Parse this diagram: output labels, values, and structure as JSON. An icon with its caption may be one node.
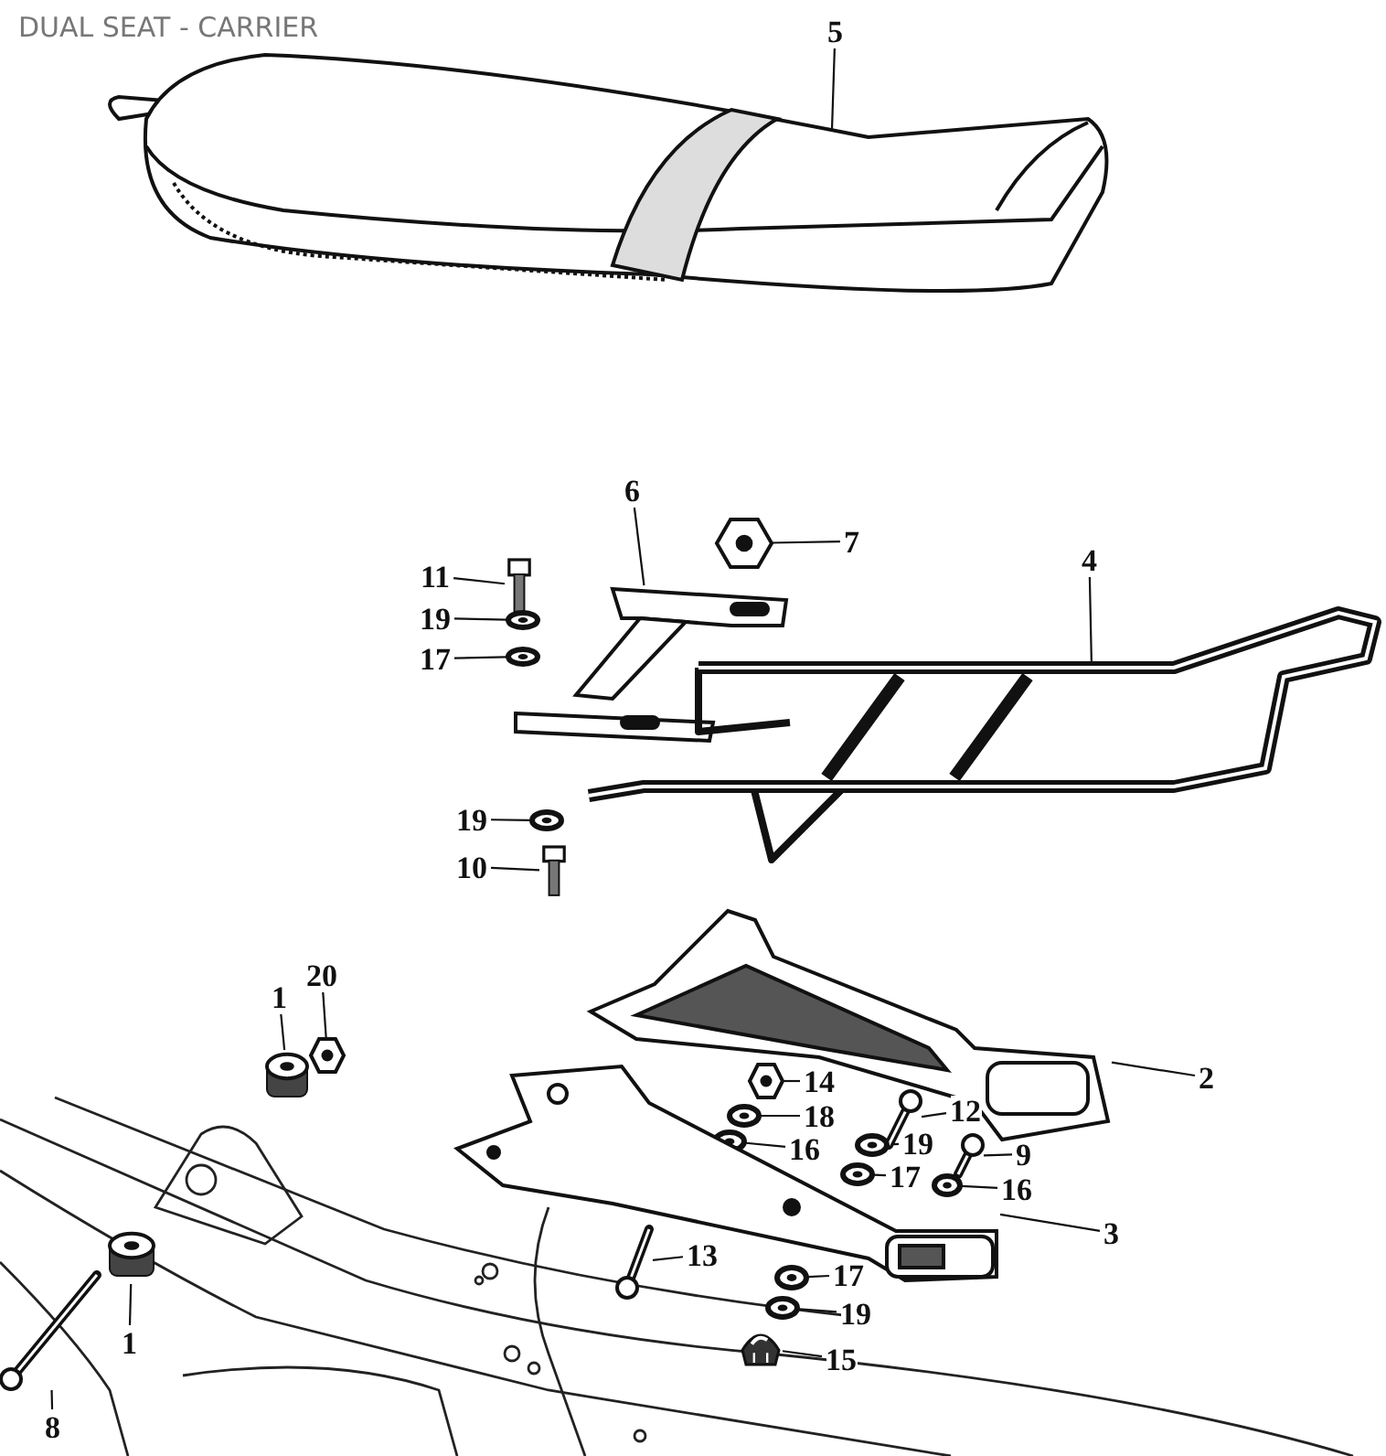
{
  "diagram": {
    "title": "DUAL SEAT - CARRIER",
    "nodes": [
      {
        "text": [
          "5"
        ]
      },
      {
        "text": [],
        "shape": "picture"
      },
      {
        "text": [
          "6"
        ]
      },
      {
        "text": [],
        "shape": "picture"
      },
      {
        "text": [
          "7"
        ]
      },
      {
        "text": [],
        "shape": "picture"
      },
      {
        "text": [
          "4"
        ]
      },
      {
        "text": [],
        "shape": "picture"
      },
      {
        "text": [
          "11"
        ]
      },
      {
        "text": [],
        "shape": "picture"
      },
      {
        "text": [
          "19"
        ]
      },
      {
        "text": [],
        "shape": "picture"
      },
      {
        "text": [
          "17"
        ]
      },
      {
        "text": [],
        "shape": "picture"
      },
      {
        "text": [
          "19"
        ]
      },
      {
        "text": [],
        "shape": "picture"
      },
      {
        "text": [
          "10"
        ]
      },
      {
        "text": [],
        "shape": "picture"
      },
      {
        "text": [
          "1"
        ]
      },
      {
        "text": [],
        "shape": "picture"
      },
      {
        "text": [
          "20"
        ]
      },
      {
        "text": [],
        "shape": "picture"
      },
      {
        "text": [
          "2"
        ]
      },
      {
        "text": [],
        "shape": "picture"
      },
      {
        "text": [
          "14"
        ]
      },
      {
        "text": [],
        "shape": "picture"
      },
      {
        "text": [
          "18"
        ]
      },
      {
        "text": [],
        "shape": "picture"
      },
      {
        "text": [
          "16"
        ]
      },
      {
        "text": [],
        "shape": "picture"
      },
      {
        "text": [
          "12"
        ]
      },
      {
        "text": [],
        "shape": "picture"
      },
      {
        "text": [
          "19"
        ]
      },
      {
        "text": [],
        "shape": "picture"
      },
      {
        "text": [
          "17"
        ]
      },
      {
        "text": [],
        "shape": "picture"
      },
      {
        "text": [
          "9"
        ]
      },
      {
        "text": [],
        "shape": "picture"
      },
      {
        "text": [
          "16"
        ]
      },
      {
        "text": [],
        "shape": "picture"
      },
      {
        "text": [
          "3"
        ]
      },
      {
        "text": [],
        "shape": "picture"
      },
      {
        "text": [
          "13"
        ]
      },
      {
        "text": [],
        "shape": "picture"
      },
      {
        "text": [
          "17"
        ]
      },
      {
        "text": [],
        "shape": "picture"
      },
      {
        "text": [
          "19"
        ]
      },
      {
        "text": [],
        "shape": "picture"
      },
      {
        "text": [
          "15"
        ]
      },
      {
        "text": [],
        "shape": "picture"
      },
      {
        "text": [
          "1"
        ]
      },
      {
        "text": [],
        "shape": "picture"
      },
      {
        "text": [
          "8"
        ]
      },
      {
        "text": [],
        "shape": "picture"
      }
    ],
    "edges": [
      {
        "from": 0,
        "to": 1,
        "arrow": "none"
      },
      {
        "from": 2,
        "to": 3,
        "arrow": "none"
      },
      {
        "from": 4,
        "to": 5,
        "arrow": "none"
      },
      {
        "from": 6,
        "to": 7,
        "arrow": "none"
      },
      {
        "from": 8,
        "to": 9,
        "arrow": "none"
      },
      {
        "from": 10,
        "to": 11,
        "arrow": "none"
      },
      {
        "from": 12,
        "to": 13,
        "arrow": "none"
      },
      {
        "from": 14,
        "to": 15,
        "arrow": "none"
      },
      {
        "from": 16,
        "to": 17,
        "arrow": "none"
      },
      {
        "from": 18,
        "to": 19,
        "arrow": "none"
      },
      {
        "from": 20,
        "to": 21,
        "arrow": "none"
      },
      {
        "from": 22,
        "to": 23,
        "arrow": "none"
      },
      {
        "from": 24,
        "to": 25,
        "arrow": "none"
      },
      {
        "from": 26,
        "to": 27,
        "arrow": "none"
      },
      {
        "from": 28,
        "to": 29,
        "arrow": "none"
      },
      {
        "from": 30,
        "to": 31,
        "arrow": "none"
      },
      {
        "from": 32,
        "to": 33,
        "arrow": "none"
      },
      {
        "from": 34,
        "to": 35,
        "arrow": "none"
      },
      {
        "from": 36,
        "to": 37,
        "arrow": "none"
      },
      {
        "from": 38,
        "to": 39,
        "arrow": "none"
      },
      {
        "from": 40,
        "to": 41,
        "arrow": "none"
      },
      {
        "from": 42,
        "to": 43,
        "arrow": "none"
      },
      {
        "from": 44,
        "to": 45,
        "arrow": "none"
      },
      {
        "from": 46,
        "to": 47,
        "arrow": "none"
      },
      {
        "from": 48,
        "to": 49,
        "arrow": "none"
      },
      {
        "from": 50,
        "to": 51,
        "arrow": "none"
      },
      {
        "from": 52,
        "to": 53,
        "arrow": "none"
      }
    ]
  }
}
